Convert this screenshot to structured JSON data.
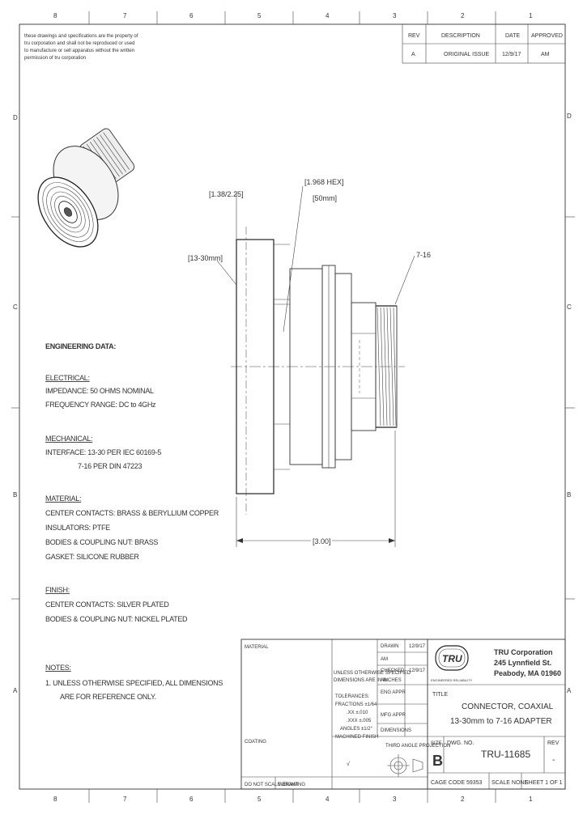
{
  "zones": {
    "columns": [
      "8",
      "7",
      "6",
      "5",
      "4",
      "3",
      "2",
      "1"
    ],
    "rows": [
      "D",
      "C",
      "B",
      "A"
    ]
  },
  "disclaimer": [
    "these drawings and specifications are the property of",
    "tru corporation and shall not be reproduced or used",
    "to manufacture or sell apparatus without the written",
    "permission of tru corporation"
  ],
  "revision_block": {
    "headers": [
      "REV",
      "DESCRIPTION",
      "DATE",
      "APPROVED"
    ],
    "row": [
      "A",
      "ORIGINAL ISSUE",
      "12/9/17",
      "AM"
    ]
  },
  "dimensions": {
    "hex": "[1.968 HEX]",
    "hex_mm": "[50mm]",
    "dia": "[1.38/2.25]",
    "interface_left": "[13-30mm]",
    "interface_right": "7-16",
    "length": "[3.00]"
  },
  "engineering": {
    "title": "ENGINEERING DATA:",
    "electrical_title": "ELECTRICAL:",
    "electrical": [
      "IMPEDANCE: 50 OHMS NOMINAL",
      "FREQUENCY RANGE: DC to 4GHz"
    ],
    "mechanical_title": "MECHANICAL:",
    "mechanical": [
      "INTERFACE: 13-30 PER IEC 60169-5",
      "7-16 PER DIN 47223"
    ],
    "material_title": "MATERIAL:",
    "material": [
      "CENTER CONTACTS: BRASS & BERYLLIUM COPPER",
      "INSULATORS: PTFE",
      "BODIES & COUPLING NUT: BRASS",
      "GASKET: SILICONE RUBBER"
    ],
    "finish_title": "FINISH:",
    "finish": [
      "CENTER CONTACTS: SILVER PLATED",
      "BODIES & COUPLING NUT: NICKEL PLATED"
    ],
    "notes_title": "NOTES:",
    "notes": [
      "1.  UNLESS OTHERWISE SPECIFIED, ALL DIMENSIONS",
      "ARE FOR REFERENCE ONLY."
    ]
  },
  "title_block": {
    "material_label": "MATERIAL",
    "finish_label": "COATING",
    "tolerance_lines": [
      "UNLESS OTHERWISE SPECIFIED",
      "DIMENSIONS ARE IN INCHES",
      "TOLERANCES:",
      "FRACTIONS ±1/64",
      ".XX ±.010",
      ".XXX ±.005",
      "ANGLES ±1/2°",
      "MACHINED FINISH"
    ],
    "approval_labels": [
      "DRAWN",
      "CHECKED",
      "ENG APPR",
      "MFG APPR",
      "DIMENSIONS"
    ],
    "approval_values": [
      "AM",
      "AM",
      "",
      "",
      ""
    ],
    "approval_dates": [
      "12/9/17",
      "12/9/17",
      "",
      "",
      ""
    ],
    "angle_label": "THIRD ANGLE PROJECTION",
    "company_name": "TRU Corporation",
    "company_address1": "245 Lynnfield St.",
    "company_address2": "Peabody, MA 01960",
    "logo_text": "TRU",
    "slogan": "ENGINEERED RELIABILITY",
    "title_label": "TITLE",
    "title_line1": "CONNECTOR, COAXIAL",
    "title_line2": "13-30mm to 7-16 ADAPTER",
    "size_label": "SIZE",
    "size_value": "B",
    "dwg_label": "DWG. NO.",
    "dwg_value": "TRU-11685",
    "rev_label": "REV",
    "rev_value": "-",
    "cage_label": "CAGE CODE 59353",
    "scale_label": "SCALE NONE",
    "sheet_label": "SHEET 1 OF 1",
    "calc_label": "DO NOT SCALE DRAWING",
    "weight_label": "WEIGHT"
  }
}
